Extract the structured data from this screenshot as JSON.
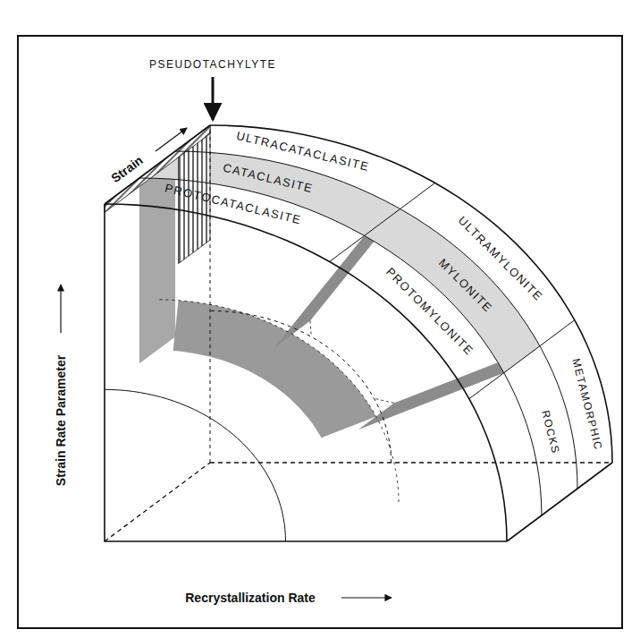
{
  "diagram": {
    "labels": [
      "PSEUDOTACHYLYTE",
      "Strain",
      "ULTRACATACLASITE",
      "CATACLASITE",
      "PROTOCATACLASITE",
      "ULTRAMYLONITE",
      "MYLONITE",
      "PROTOMYLONITE",
      "METAMORPHIC",
      "ROCKS",
      "Strain Rate Parameter",
      "Recrystallization Rate"
    ]
  }
}
